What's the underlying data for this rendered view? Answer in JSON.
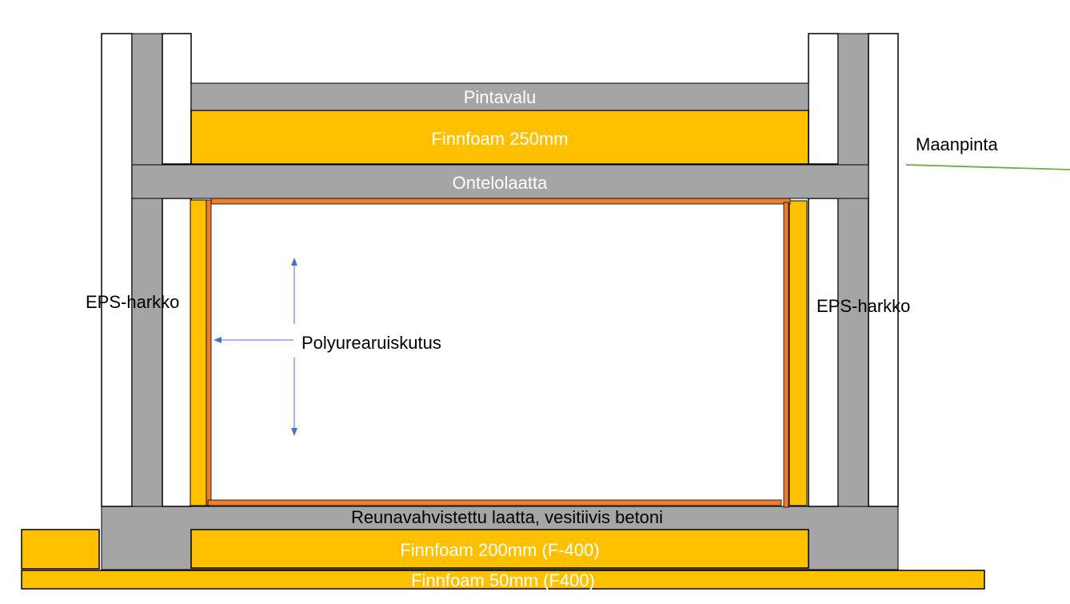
{
  "labels": {
    "pintavalu": "Pintavalu",
    "finnfoam_250": "Finnfoam 250mm",
    "ontelolaatta": "Ontelolaatta",
    "maanpinta": "Maanpinta",
    "eps_left": "EPS-harkko",
    "eps_right": "EPS-harkko",
    "polyurea": "Polyurearuiskutus",
    "reunavahvistettu": "Reunavahvistettu laatta, vesitiivis betoni",
    "finnfoam_200": "Finnfoam 200mm (F-400)",
    "finnfoam_50": "Finnfoam 50mm (F400)"
  },
  "colors": {
    "concrete": "#a5a5a5",
    "insulation": "#ffc000",
    "polyurea": "#ed7d31",
    "arrow": "#4472c4",
    "ground": "#70ad47",
    "outline": "#000000",
    "eps": "#ffffff"
  }
}
